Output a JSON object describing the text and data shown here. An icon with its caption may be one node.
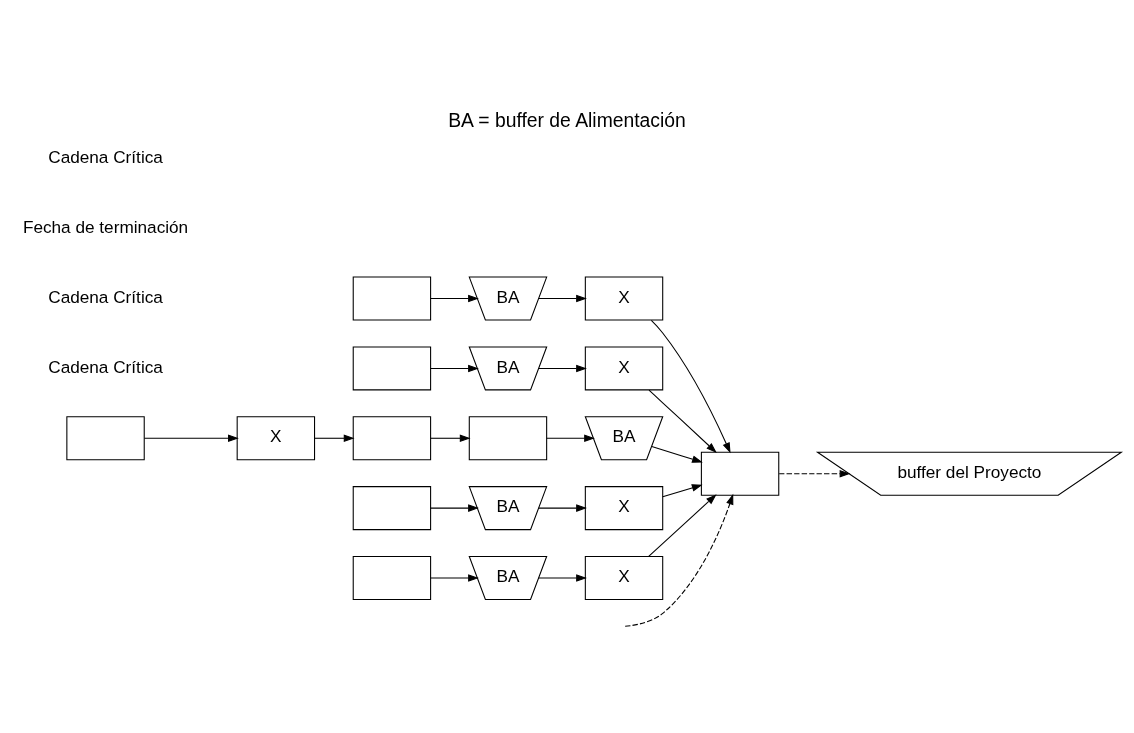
{
  "diagram": {
    "title": "BA = buffer de Alimentación",
    "nodes": [
      {
        "text": [],
        "shape": "box"
      },
      {
        "text": [
          "BA"
        ]
      },
      {
        "text": [
          "X"
        ]
      },
      {
        "text": [],
        "shape": "box"
      },
      {
        "text": [
          "BA"
        ]
      },
      {
        "text": [
          "X"
        ]
      },
      {
        "text": [],
        "shape": "box"
      },
      {
        "text": [
          "X"
        ]
      },
      {
        "text": [],
        "shape": "box"
      },
      {
        "text": [],
        "shape": "box"
      },
      {
        "text": [
          "BA"
        ]
      },
      {
        "text": [],
        "shape": "box"
      },
      {
        "text": [
          "buffer del Proyecto"
        ]
      },
      {
        "text": [],
        "shape": "box"
      },
      {
        "text": [
          "BA"
        ]
      },
      {
        "text": [
          "X"
        ]
      },
      {
        "text": [],
        "shape": "box"
      },
      {
        "text": [
          "BA"
        ]
      },
      {
        "text": [
          "X"
        ]
      }
    ],
    "edges": [
      {
        "from": 0,
        "to": 1,
        "arrow": "to"
      },
      {
        "from": 1,
        "to": 2,
        "arrow": "to"
      },
      {
        "from": 2,
        "to": 11,
        "arrow": "to"
      },
      {
        "from": 3,
        "to": 4,
        "arrow": "to"
      },
      {
        "from": 4,
        "to": 5,
        "arrow": "to"
      },
      {
        "from": 5,
        "to": 11,
        "arrow": "to"
      },
      {
        "from": 6,
        "to": 7,
        "arrow": "to"
      },
      {
        "from": 7,
        "to": 8,
        "arrow": "to"
      },
      {
        "from": 8,
        "to": 9,
        "arrow": "to"
      },
      {
        "from": 9,
        "to": 10,
        "arrow": "to"
      },
      {
        "from": 10,
        "to": 11,
        "arrow": "to"
      },
      {
        "from": null,
        "to": 11,
        "arrow": "to",
        "style": "dashed"
      },
      {
        "from": 11,
        "to": 12,
        "arrow": "to",
        "style": "dashed"
      },
      {
        "from": 13,
        "to": 14,
        "arrow": "to"
      },
      {
        "from": 14,
        "to": 15,
        "arrow": "to"
      },
      {
        "from": 15,
        "to": 11,
        "arrow": "to"
      },
      {
        "from": 16,
        "to": 17,
        "arrow": "to"
      },
      {
        "from": 17,
        "to": 18,
        "arrow": "to"
      },
      {
        "from": 18,
        "to": 11,
        "arrow": "to"
      }
    ],
    "labels": [
      "Cadena Crítica",
      "Cadena Crítica",
      "Fecha de terminación",
      "Cadena Crítica"
    ]
  }
}
